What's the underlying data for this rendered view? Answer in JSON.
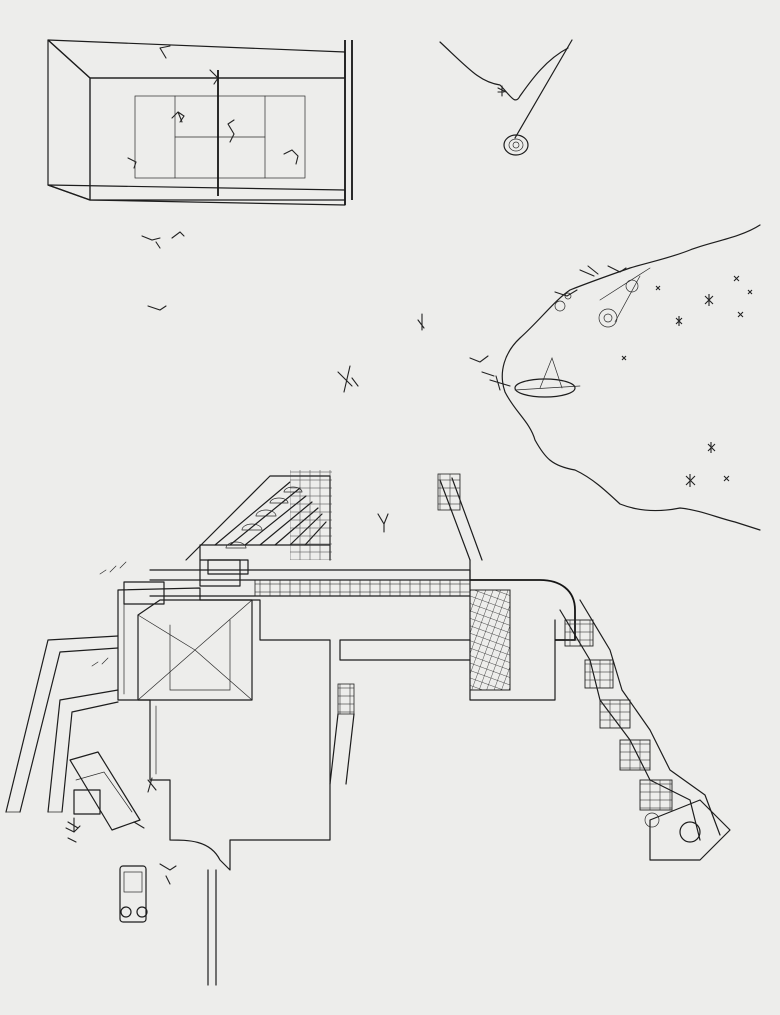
{
  "image": {
    "kind": "architectural pen sketch (rotated)",
    "ink_color": "#1d1d1d",
    "paper_color": "#ededeb",
    "elements": [
      "tennis-court",
      "pennant-flag",
      "house-roof",
      "terrace-arcade",
      "winding-stair",
      "coastline",
      "car",
      "garden-walls",
      "human-figures",
      "stars"
    ]
  }
}
